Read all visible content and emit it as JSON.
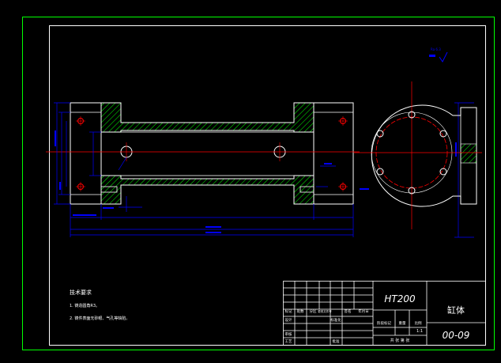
{
  "title_block": {
    "material": "HT200",
    "part_name": "缸体",
    "drawing_no": "00-09",
    "scale": "1:1",
    "row_headers": [
      "标记",
      "处数",
      "分区",
      "更改文件号",
      "签名",
      "年月日"
    ],
    "left_labels": [
      "设计",
      "审核",
      "工艺"
    ],
    "mid_labels": [
      "标准化",
      "批准"
    ],
    "stage_headers": [
      "阶段标记",
      "重量",
      "比例"
    ],
    "sheet_text": "共 张 第 张"
  },
  "notes": {
    "title": "技术要求",
    "items": [
      "1. 铸造圆角R3。",
      "2. 铸件表面无砂眼、气孔等缺陷。"
    ]
  },
  "roughness": "Ra 6.3",
  "colors": {
    "border_outer": "#00ff00",
    "border_inner": "#ffffff",
    "outline": "#ffffff",
    "hatch": "#00ff00",
    "centerline": "#ff0000",
    "dimension": "#0000ff",
    "hole": "#ff0000"
  }
}
